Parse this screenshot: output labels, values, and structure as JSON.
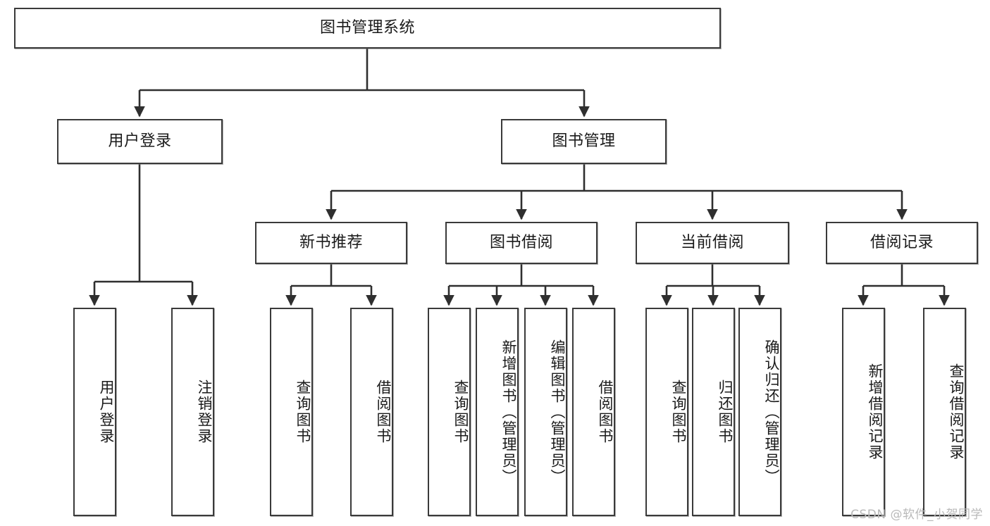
{
  "diagram": {
    "type": "tree",
    "title": "图书管理系统",
    "watermark": "CSDN @软件_小贺同学",
    "colors": {
      "box_border": "#3a3a3a",
      "box_fill": "#ffffff",
      "edge": "#2f2f2f",
      "text": "#1a1a1a",
      "watermark": "#b9b9b9",
      "background": "#ffffff"
    },
    "nodes": {
      "root": {
        "label": "图书管理系统"
      },
      "level1": [
        {
          "id": "user-login",
          "label": "用户登录"
        },
        {
          "id": "book-manage",
          "label": "图书管理"
        }
      ],
      "level2": [
        {
          "id": "new-book-recommend",
          "label": "新书推荐"
        },
        {
          "id": "book-borrow",
          "label": "图书借阅"
        },
        {
          "id": "current-borrow",
          "label": "当前借阅"
        },
        {
          "id": "borrow-record",
          "label": "借阅记录"
        }
      ],
      "leaves": {
        "user_login": [
          {
            "id": "leaf-user-login",
            "label": "用户登录"
          },
          {
            "id": "leaf-user-logout",
            "label": "注销登录"
          }
        ],
        "new_book_recommend": [
          {
            "id": "leaf-query-book-1",
            "label": "查询图书"
          },
          {
            "id": "leaf-borrow-book-1",
            "label": "借阅图书"
          }
        ],
        "book_borrow": [
          {
            "id": "leaf-query-book-2",
            "label": "查询图书"
          },
          {
            "id": "leaf-add-book",
            "label": "新增图书（管理员）"
          },
          {
            "id": "leaf-edit-book",
            "label": "编辑图书（管理员）"
          },
          {
            "id": "leaf-borrow-book-2",
            "label": "借阅图书"
          }
        ],
        "current_borrow": [
          {
            "id": "leaf-query-book-3",
            "label": "查询图书"
          },
          {
            "id": "leaf-return-book",
            "label": "归还图书"
          },
          {
            "id": "leaf-confirm-return",
            "label": "确认归还（管理员）"
          }
        ],
        "borrow_record": [
          {
            "id": "leaf-add-record",
            "label": "新增借阅记录"
          },
          {
            "id": "leaf-query-record",
            "label": "查询借阅记录"
          }
        ]
      }
    }
  }
}
